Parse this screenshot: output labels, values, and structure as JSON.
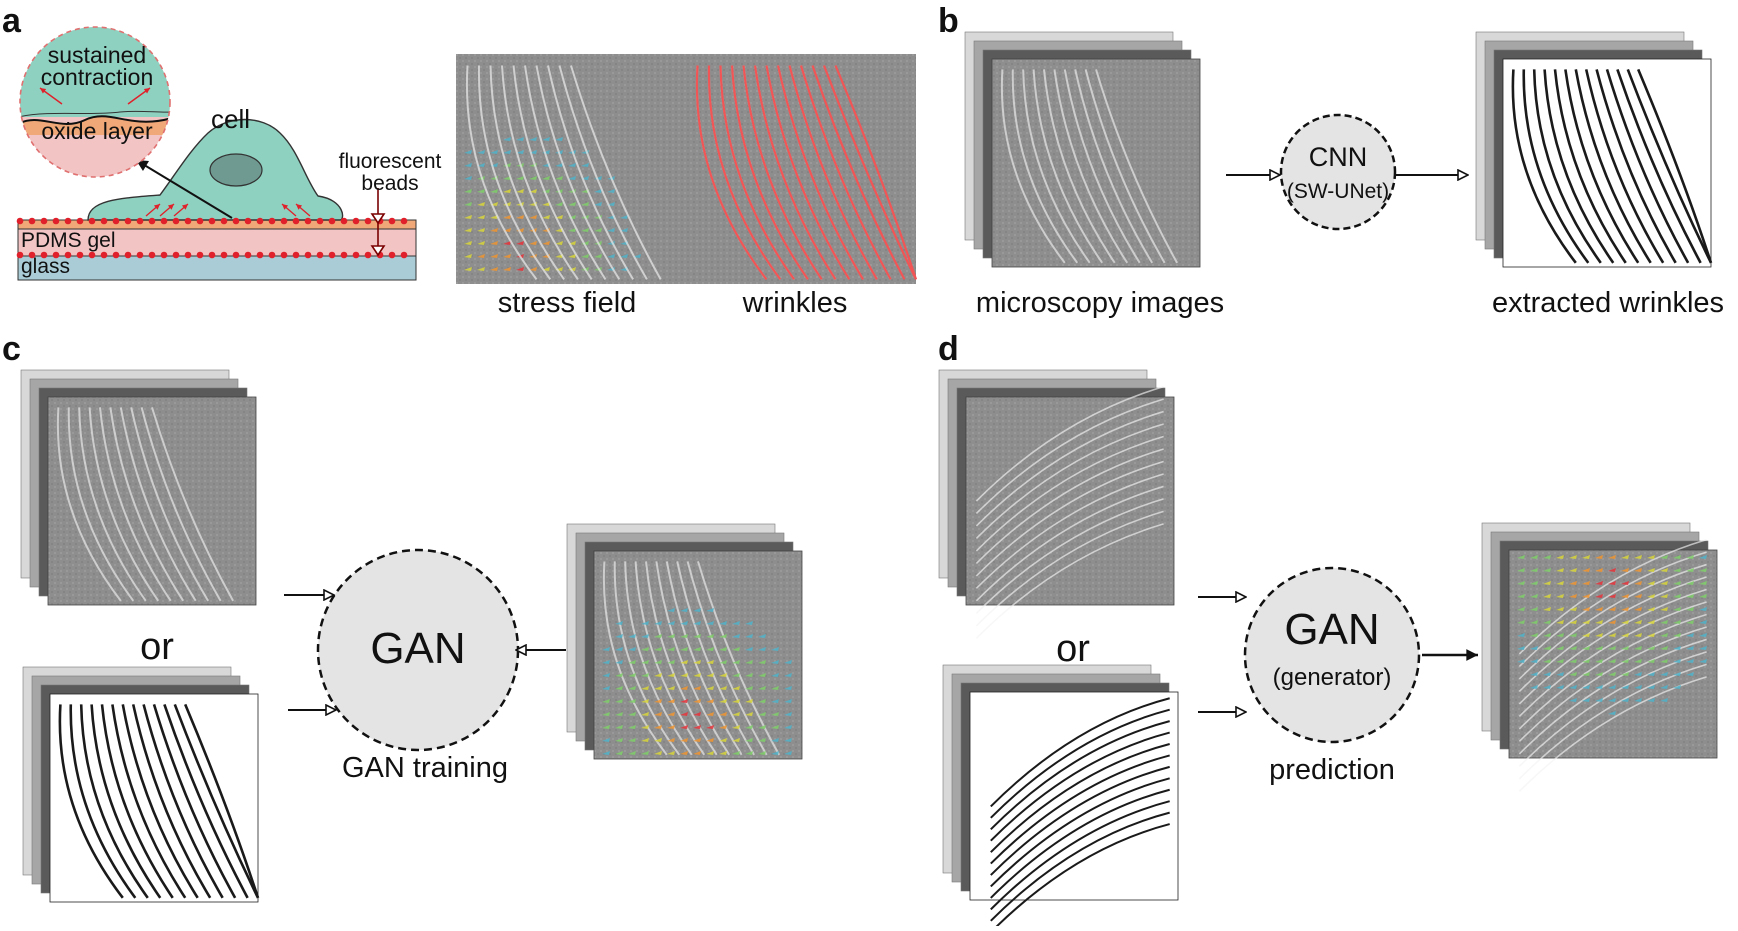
{
  "panels": {
    "a": {
      "letter": "a",
      "inset_label_1": "sustained",
      "inset_label_2": "contraction",
      "oxide": "oxide layer",
      "cell": "cell",
      "beads_1": "fluorescent",
      "beads_2": "beads",
      "pdms": "PDMS gel",
      "glass": "glass",
      "caption_left": "stress field",
      "caption_right": "wrinkles"
    },
    "b": {
      "letter": "b",
      "node_top": "CNN",
      "node_bottom": "(SW-UNet)",
      "caption_left": "microscopy images",
      "caption_right": "extracted wrinkles"
    },
    "c": {
      "letter": "c",
      "or": "or",
      "node": "GAN",
      "caption": "GAN training"
    },
    "d": {
      "letter": "d",
      "or": "or",
      "node_top": "GAN",
      "node_bottom": "(generator)",
      "caption": "prediction"
    }
  },
  "colors": {
    "cell": "#8fd1c0",
    "nucleus": "#6f9a92",
    "pdms": "#f2c4c4",
    "oxide": "#f0a878",
    "glass": "#a9ccd6",
    "beads": "#e0202a",
    "node_fill": "#e4e4e4",
    "stack_light": "#d8d8d8",
    "stack_mid": "#a6a6a6",
    "stack_dark": "#5a5a5a"
  }
}
